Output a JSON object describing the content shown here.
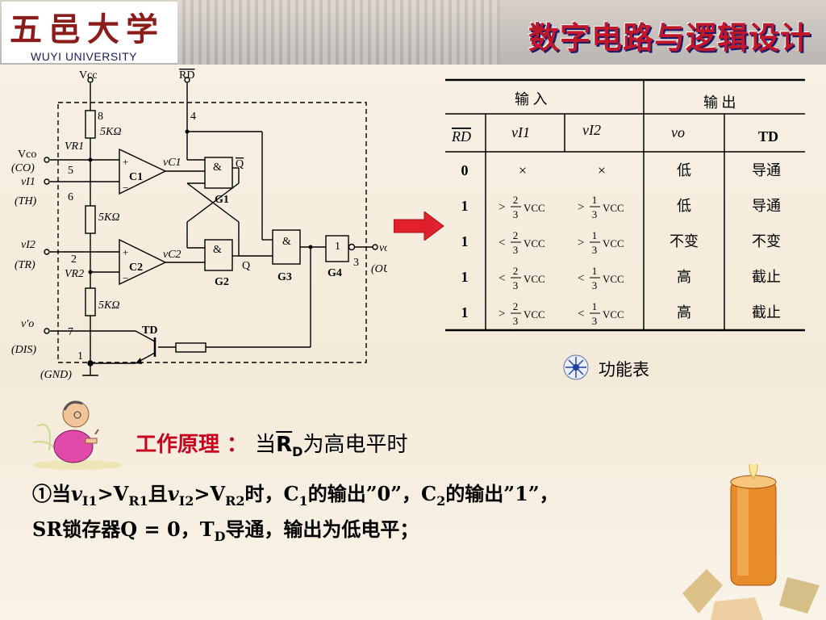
{
  "header": {
    "logo_cn": "五邑大学",
    "logo_en": "WUYI UNIVERSITY",
    "title": "数字电路与逻辑设计"
  },
  "circuit": {
    "vcc": "Vcc",
    "rd": "RD",
    "pin8": "8",
    "pin4": "4",
    "pin5": "5",
    "pin6": "6",
    "pin2": "2",
    "pin7": "7",
    "pin1": "1",
    "pin3": "3",
    "res1": "5KΩ",
    "res2": "5KΩ",
    "res3": "5KΩ",
    "vr1": "VR1",
    "vr2": "VR2",
    "vco": "Vco",
    "co": "(CO)",
    "vi1": "vI1",
    "th": "(TH)",
    "vi2": "vI2",
    "tr": "(TR)",
    "vo_prime": "v'o",
    "dis": "(DIS)",
    "gnd": "(GND)",
    "c1": "C1",
    "c2": "C2",
    "vc1": "vC1",
    "vc2": "vC2",
    "g1": "G1",
    "g2": "G2",
    "g3": "G3",
    "g4": "G4",
    "and_sym": "&",
    "one_sym": "1",
    "qbar": "Q",
    "q": "Q",
    "td": "TD",
    "vo": "vo",
    "out": "(OUT)"
  },
  "table": {
    "header_in": "输    入",
    "header_out": "输  出",
    "cols": [
      "RD",
      "vI1",
      "vI2",
      "vo",
      "TD"
    ],
    "rows": [
      {
        "rd": "0",
        "vi1_op": "×",
        "vi1_frac": "",
        "vi2_op": "×",
        "vi2_frac": "",
        "vo": "低",
        "td": "导通"
      },
      {
        "rd": "1",
        "vi1_op": ">",
        "vi1_frac": "2/3",
        "vi2_op": ">",
        "vi2_frac": "1/3",
        "vo": "低",
        "td": "导通"
      },
      {
        "rd": "1",
        "vi1_op": "<",
        "vi1_frac": "2/3",
        "vi2_op": ">",
        "vi2_frac": "1/3",
        "vo": "不变",
        "td": "不变"
      },
      {
        "rd": "1",
        "vi1_op": "<",
        "vi1_frac": "2/3",
        "vi2_op": "<",
        "vi2_frac": "1/3",
        "vo": "高",
        "td": "截止"
      },
      {
        "rd": "1",
        "vi1_op": ">",
        "vi1_frac": "2/3",
        "vi2_op": "<",
        "vi2_frac": "1/3",
        "vo": "高",
        "td": "截止"
      }
    ],
    "vcc_sub": "VCC",
    "caption": "功能表"
  },
  "text": {
    "principle_label": "工作原理 ：",
    "principle_prefix": "当",
    "principle_rd": "R",
    "principle_rd_sub": "D",
    "principle_suffix": "为高电平时",
    "line1_a": "①当",
    "line1_vi1": "v",
    "line1_vi1_sub": "I1",
    "line1_gt1": ">V",
    "line1_vr1_sub": "R1",
    "line1_and": "且",
    "line1_vi2": "v",
    "line1_vi2_sub": "I2",
    "line1_gt2": ">V",
    "line1_vr2_sub": "R2",
    "line1_b": "时，C",
    "line1_c1_sub": "1",
    "line1_c": "的输出”0”，C",
    "line1_c2_sub": "2",
    "line1_d": "的输出”1”，",
    "line2_a": "SR锁存器Q = 0，T",
    "line2_td_sub": "D",
    "line2_b": "导通，输出为低电平；"
  },
  "colors": {
    "title_red": "#c0182a",
    "principle_red": "#c8001e",
    "arrow_red": "#e0202a",
    "logo_red": "#8c1b1b"
  }
}
